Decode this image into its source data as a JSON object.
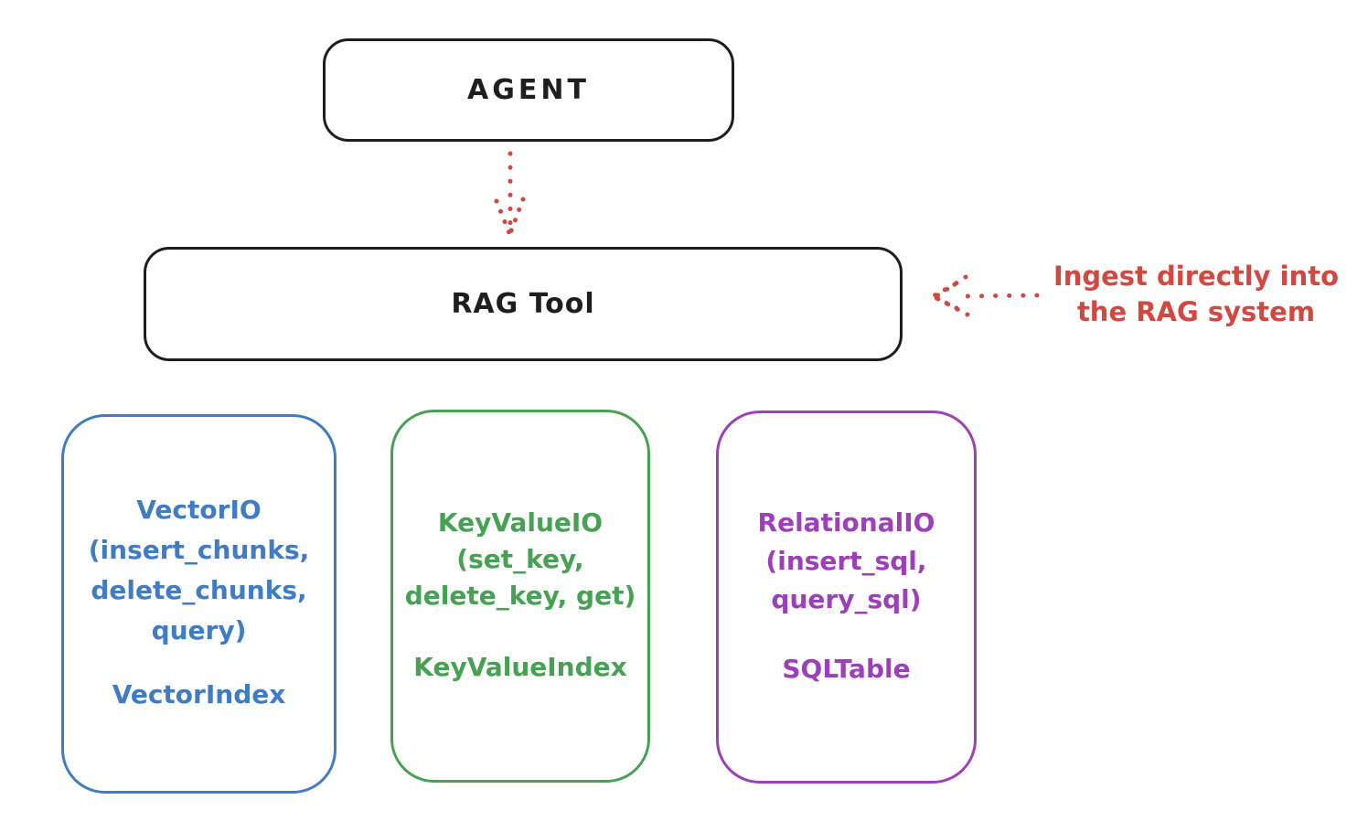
{
  "diagram": {
    "title_hint": "RAG Tool architecture sketch",
    "colors": {
      "stroke_black": "#1e1e1e",
      "accent_red": "#d14841",
      "vector_blue": "#3f7cc4",
      "keyvalue_green": "#46a152",
      "relational_purple": "#9c3fb8",
      "background": "#ffffff"
    },
    "agent_box": {
      "label": "AGENT"
    },
    "rag_tool_box": {
      "label": "RAG Tool"
    },
    "annotation": {
      "line1": "Ingest directly into",
      "line2": "the RAG system"
    },
    "arrows": [
      {
        "name": "agent-to-rag-tool",
        "style": "dotted",
        "color": "#d14841",
        "direction": "down"
      },
      {
        "name": "annotation-to-rag-tool",
        "style": "dotted",
        "color": "#d14841",
        "direction": "left"
      }
    ],
    "io_boxes": [
      {
        "name": "vector-io",
        "color": "#3f7cc4",
        "lines": [
          "VectorIO",
          "(insert_chunks,",
          "delete_chunks,",
          "query)"
        ],
        "index_label": "VectorIndex"
      },
      {
        "name": "keyvalue-io",
        "color": "#46a152",
        "lines": [
          "KeyValueIO",
          "(set_key,",
          "delete_key, get)"
        ],
        "index_label": "KeyValueIndex"
      },
      {
        "name": "relational-io",
        "color": "#9c3fb8",
        "lines": [
          "RelationalIO",
          "(insert_sql,",
          "query_sql)"
        ],
        "index_label": "SQLTable"
      }
    ]
  }
}
